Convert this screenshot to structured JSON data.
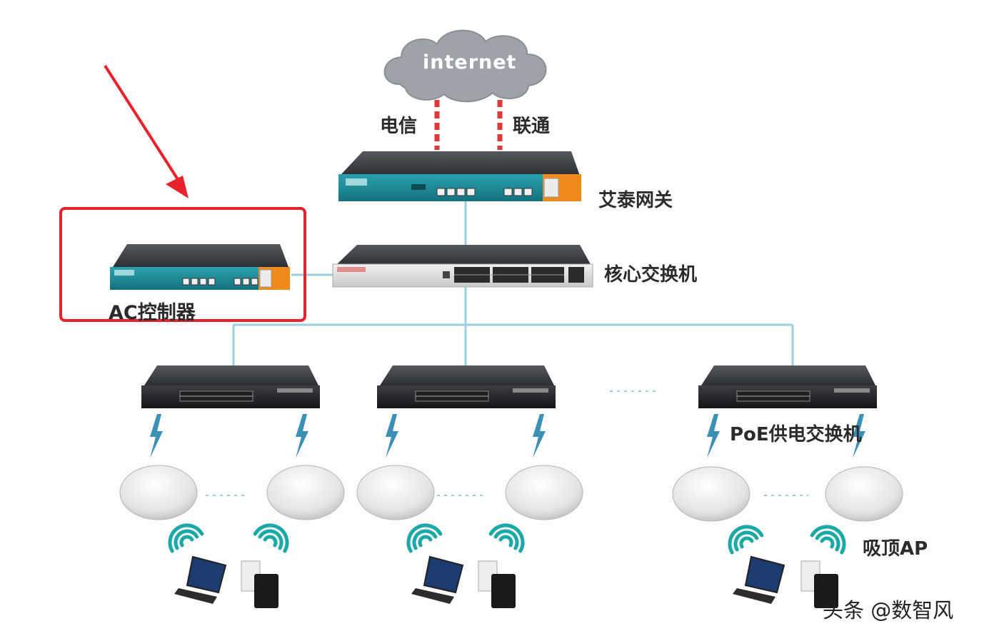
{
  "cloud": {
    "label": "internet"
  },
  "links": {
    "left_isp": "电信",
    "right_isp": "联通"
  },
  "devices": {
    "gateway": {
      "label": "艾泰网关"
    },
    "core_switch": {
      "label": "核心交换机"
    },
    "ac_controller": {
      "label": "AC控制器"
    },
    "poe_switch": {
      "label": "PoE供电交换机"
    },
    "ceiling_ap": {
      "label": "吸顶AP"
    }
  },
  "watermark": "头条 @数智风",
  "colors": {
    "highlight_box": "#e8212a",
    "arrow": "#e8212a",
    "link_line": "#9fd0e0",
    "isp_link": "#e03030",
    "cloud": "#9aa0a8",
    "device_teal": "#1a8a98",
    "device_orange": "#f08a1c"
  }
}
